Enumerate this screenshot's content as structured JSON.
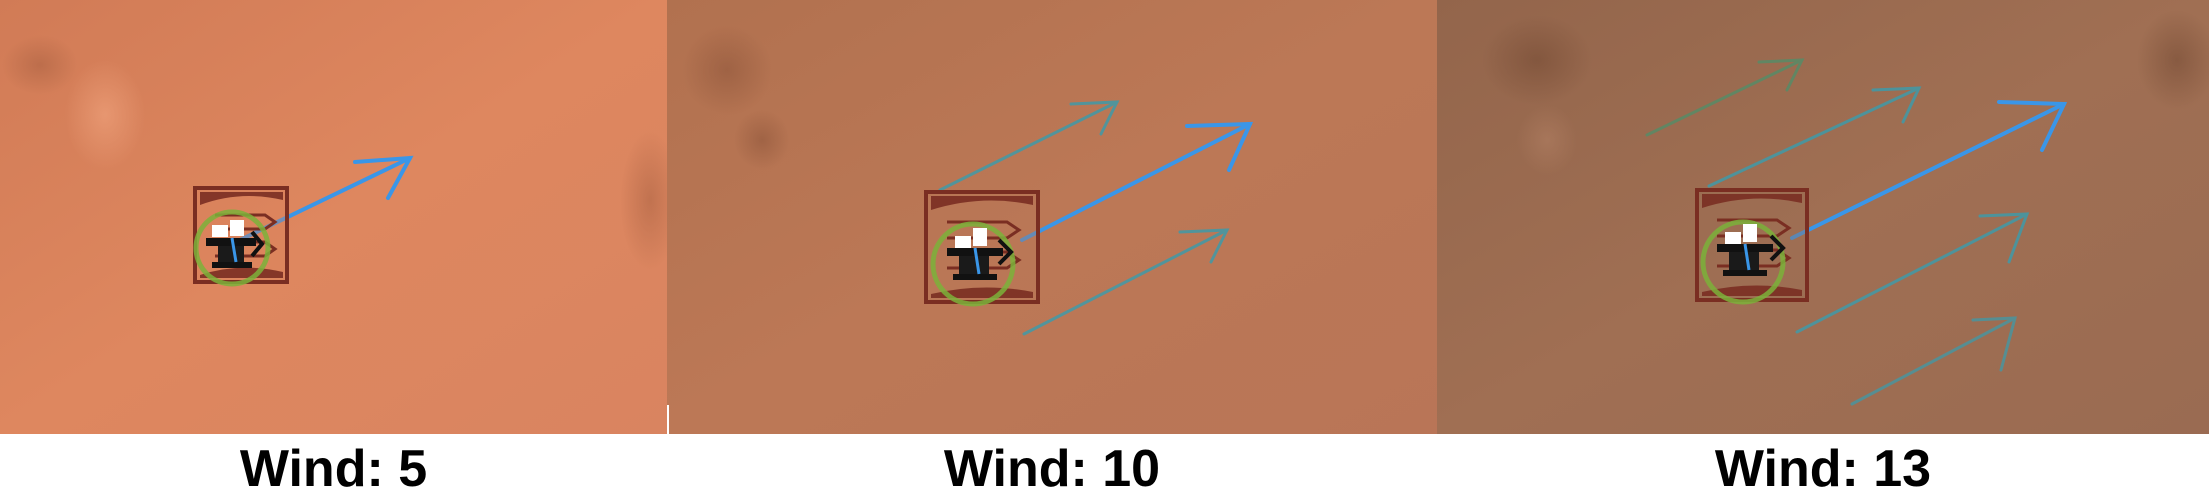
{
  "panels": [
    {
      "caption": "Wind: 5",
      "wind": 5,
      "ground_color": "#d9815c"
    },
    {
      "caption": "Wind: 10",
      "wind": 10,
      "ground_color": "#b87656"
    },
    {
      "caption": "Wind: 13",
      "wind": 13,
      "ground_color": "#9b6c52"
    }
  ],
  "colors": {
    "primary_arrow": "#3a96e8",
    "secondary_arrow": "#3f9aa8",
    "target_box": "#7a2e22",
    "target_circle": "#7bb23a",
    "caption_text": "#000000"
  },
  "icons": {
    "lander": "lander-icon",
    "wind_arrow": "arrow-icon",
    "target_box": "target-box-icon",
    "target_circle": "landing-zone-icon"
  }
}
